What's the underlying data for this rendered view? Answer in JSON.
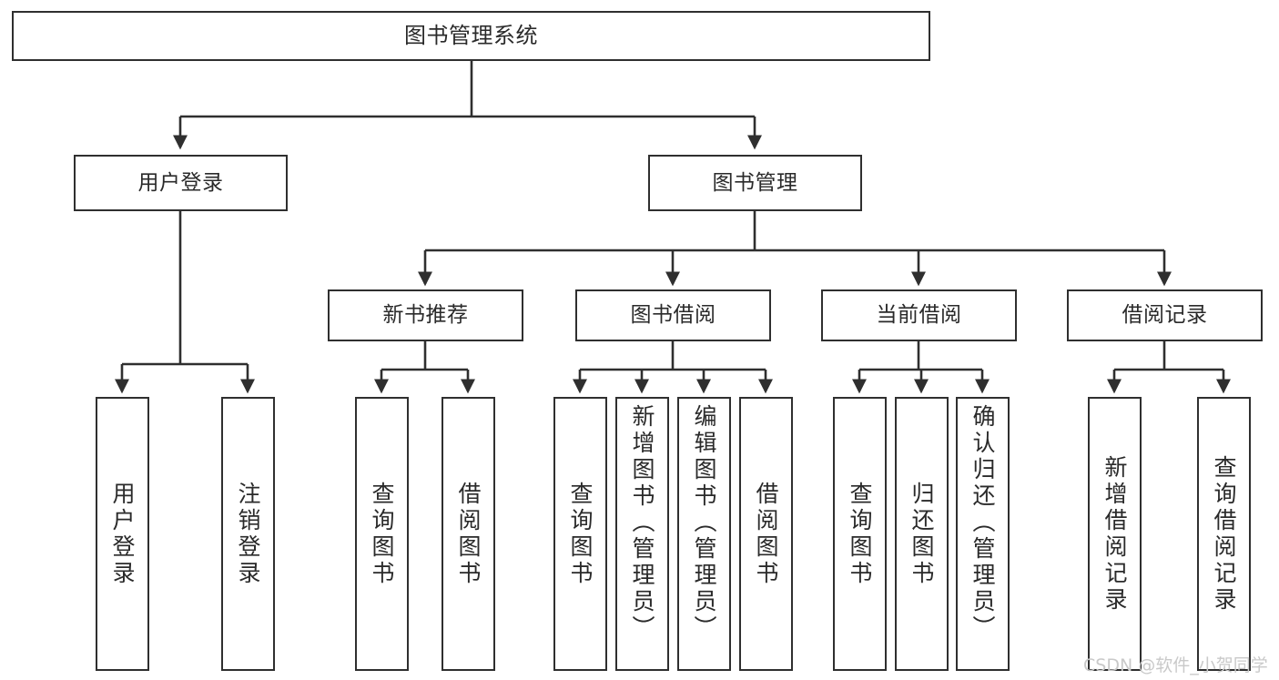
{
  "diagram": {
    "type": "tree-hierarchy-chart",
    "title": "图书管理系统",
    "stroke_color": "#2f2f2f",
    "text_color": "#2a2a2a",
    "background_color": "#ffffff",
    "root": {
      "label": "图书管理系统"
    },
    "level2": [
      {
        "label": "用户登录"
      },
      {
        "label": "图书管理"
      }
    ],
    "level3": [
      {
        "label": "新书推荐"
      },
      {
        "label": "图书借阅"
      },
      {
        "label": "当前借阅"
      },
      {
        "label": "借阅记录"
      }
    ],
    "leaves": {
      "user_login": [
        {
          "label": "用户登录"
        },
        {
          "label": "注销登录"
        }
      ],
      "new_book_rec": [
        {
          "label": "查询图书"
        },
        {
          "label": "借阅图书"
        }
      ],
      "book_borrow": [
        {
          "label": "查询图书"
        },
        {
          "label": "新增图书（管理员）"
        },
        {
          "label": "编辑图书（管理员）"
        },
        {
          "label": "借阅图书"
        }
      ],
      "current_borrow": [
        {
          "label": "查询图书"
        },
        {
          "label": "归还图书"
        },
        {
          "label": "确认归还（管理员）"
        }
      ],
      "borrow_record": [
        {
          "label": "新增借阅记录"
        },
        {
          "label": "查询借阅记录"
        }
      ]
    }
  },
  "watermark": {
    "text": "CSDN @软件_小贺同学"
  }
}
